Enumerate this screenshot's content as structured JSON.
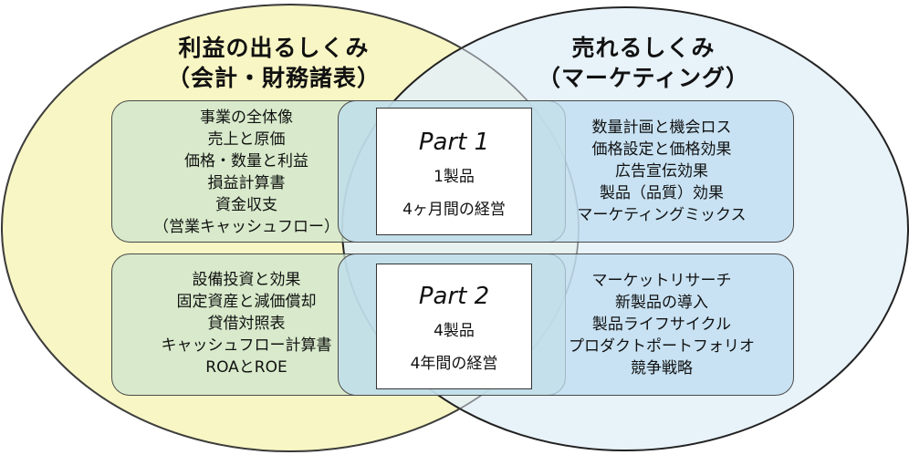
{
  "left_circle": {
    "title_line1": "利益の出るしくみ",
    "title_line2": "（会計・財務諸表）",
    "fill": "#f8f6c4"
  },
  "right_circle": {
    "title_line1": "売れるしくみ",
    "title_line2": "（マーケティング）",
    "fill": "#e4f0f8"
  },
  "top_left_items": [
    "事業の全体像",
    "売上と原価",
    "価格・数量と利益",
    "損益計算書",
    "資金収支",
    "（営業キャッシュフロー）"
  ],
  "bottom_left_items": [
    "設備投資と効果",
    "固定資産と減価償却",
    "貸借対照表",
    "キャッシュフロー計算書",
    "ROAとROE"
  ],
  "top_right_items": [
    "数量計画と機会ロス",
    "価格設定と価格効果",
    "広告宣伝効果",
    "製品（品質）効果",
    "マーケティングミックス"
  ],
  "bottom_right_items": [
    "マーケットリサーチ",
    "新製品の導入",
    "製品ライフサイクル",
    "プロダクトポートフォリオ",
    "競争戦略"
  ],
  "part1": {
    "title": "Part 1",
    "line1": "1製品",
    "line2": "4ヶ月間の経営"
  },
  "part2": {
    "title": "Part 2",
    "line1": "4製品",
    "line2": "4年間の経営"
  }
}
